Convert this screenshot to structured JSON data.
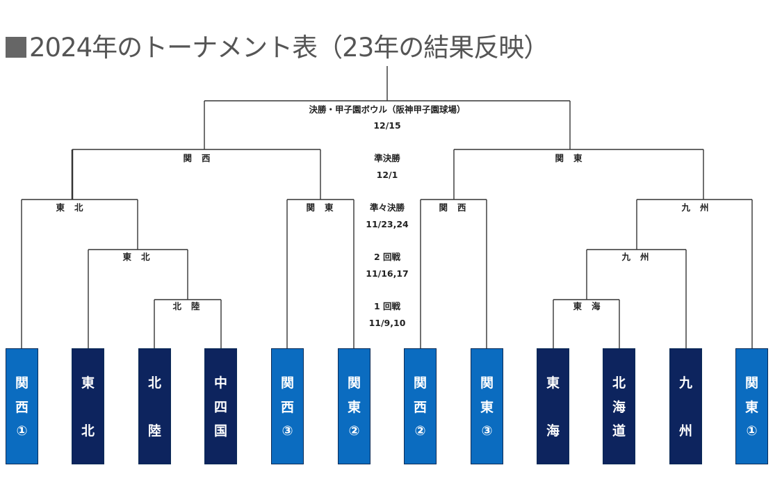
{
  "title": "2024年のトーナメント表（23年の結果反映）",
  "rounds": {
    "final": {
      "label": "決勝・甲子園ボウル（阪神甲子園球場）",
      "date": "12/15"
    },
    "semi": {
      "label": "準決勝",
      "date": "12/1"
    },
    "quarter": {
      "label": "準々決勝",
      "date": "11/23,24"
    },
    "second": {
      "label": "2 回戦",
      "date": "11/16,17"
    },
    "first": {
      "label": "1 回戦",
      "date": "11/9,10"
    }
  },
  "winners": {
    "semi_left": "関西",
    "semi_right": "関東",
    "qf1": "東北",
    "qf2": "関東",
    "qf3": "関西",
    "qf4": "九州",
    "r2_left": "東北",
    "r2_right": "九州",
    "r1_left": "北陸",
    "r1_right": "東海"
  },
  "colors": {
    "seeded": "#0b6cc0",
    "regional": "#0d245e"
  },
  "teams": [
    {
      "chars": [
        "関",
        "西",
        "①"
      ],
      "type": "seeded"
    },
    {
      "chars": [
        "東",
        "北"
      ],
      "type": "regional"
    },
    {
      "chars": [
        "北",
        "陸"
      ],
      "type": "regional"
    },
    {
      "chars": [
        "中",
        "四",
        "国"
      ],
      "type": "regional"
    },
    {
      "chars": [
        "関",
        "西",
        "③"
      ],
      "type": "seeded"
    },
    {
      "chars": [
        "関",
        "東",
        "②"
      ],
      "type": "seeded"
    },
    {
      "chars": [
        "関",
        "西",
        "②"
      ],
      "type": "seeded"
    },
    {
      "chars": [
        "関",
        "東",
        "③"
      ],
      "type": "seeded"
    },
    {
      "chars": [
        "東",
        "海"
      ],
      "type": "regional"
    },
    {
      "chars": [
        "北",
        "海",
        "道"
      ],
      "type": "regional"
    },
    {
      "chars": [
        "九",
        "州"
      ],
      "type": "regional"
    },
    {
      "chars": [
        "関",
        "東",
        "①"
      ],
      "type": "seeded"
    }
  ]
}
